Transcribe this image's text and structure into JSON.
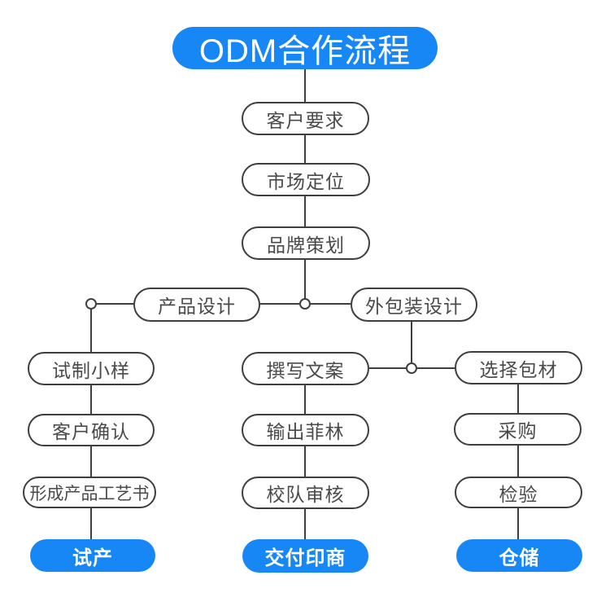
{
  "title": "ODM合作流程",
  "flowchart": {
    "sequence": [
      "客户要求",
      "市场定位",
      "品牌策划"
    ],
    "design_row": {
      "product": "产品设计",
      "packaging": "外包装设计"
    },
    "columns": {
      "production": {
        "steps": [
          "试制小样",
          "客户确认",
          "形成产品工艺书"
        ],
        "result": "试产"
      },
      "printing": {
        "steps": [
          "撰写文案",
          "输出菲林",
          "校队审核"
        ],
        "result": "交付印商"
      },
      "packaging": {
        "steps": [
          "选择包材",
          "采购",
          "检验"
        ],
        "result": "仓储"
      }
    }
  },
  "colors": {
    "accent_blue": "#1787f5",
    "line_dark": "#3e3e3e",
    "node_text": "#4a4a4a",
    "background": "#ffffff"
  }
}
